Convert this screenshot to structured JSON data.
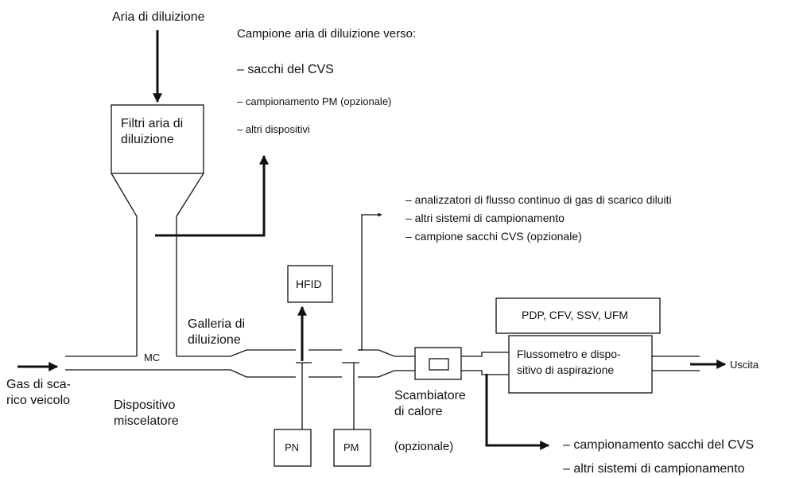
{
  "labels": {
    "aria_diluizione": "Aria di diluizione",
    "campione_titolo": "Campione aria di diluizione verso:",
    "campione_items": [
      "– sacchi del CVS",
      "– campionamento PM (opzionale)",
      "– altri dispositivi"
    ],
    "filtri_line1": "Filtri aria di",
    "filtri_line2": "diluizione",
    "analizzatori_items": [
      "– analizzatori di flusso continuo di gas di scarico diluiti",
      "– altri sistemi di campionamento",
      "– campione sacchi CVS (opzionale)"
    ],
    "hfid": "HFID",
    "pdp": "PDP, CFV, SSV, UFM",
    "galleria_line1": "Galleria di",
    "galleria_line2": "diluizione",
    "mc": "MC",
    "gas_line1": "Gas di sca-",
    "gas_line2": "rico veicolo",
    "dispositivo_line1": "Dispositivo",
    "dispositivo_line2": "miscelatore",
    "flussometro_line1": "Flussometro e dispo-",
    "flussometro_line2": "sitivo di aspirazione",
    "uscita": "Uscita",
    "scambiatore_line1": "Scambiatore",
    "scambiatore_line2": "di calore",
    "opzionale": "(opzionale)",
    "pn": "PN",
    "pm": "PM",
    "bottom_items": [
      "– campionamento sacchi del CVS",
      "– altri sistemi di campionamento"
    ]
  }
}
